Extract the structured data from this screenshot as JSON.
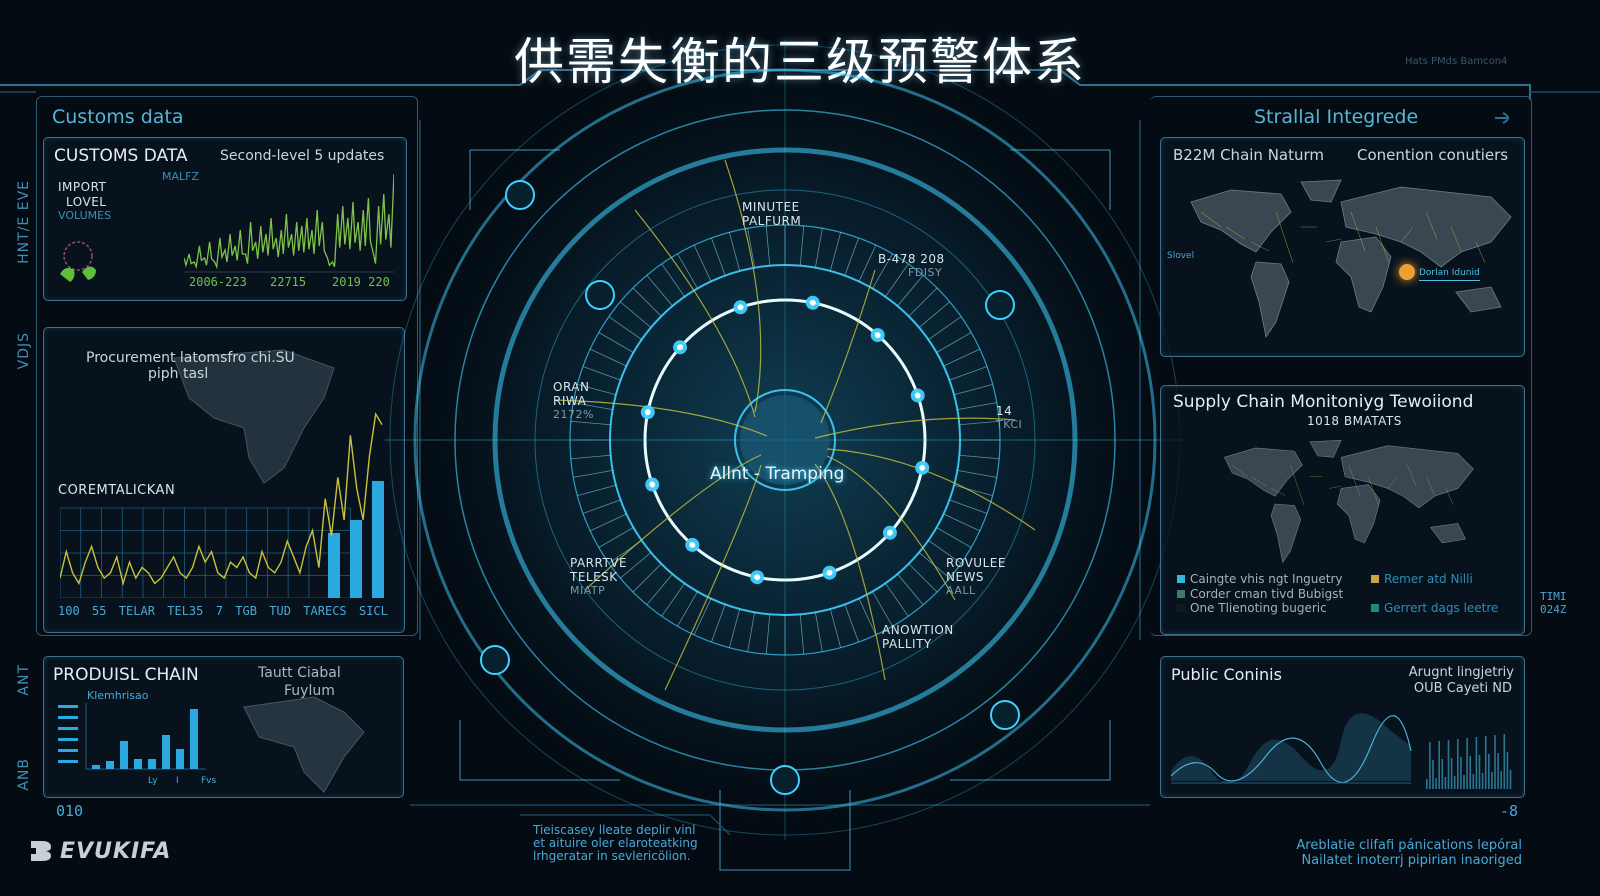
{
  "title": "供需失衡的三级预警体系",
  "left": {
    "section_title": "Customs data",
    "side_labels": [
      "HNT/E EVE",
      "VDJS",
      "ANT",
      "ANB"
    ],
    "customs_card": {
      "title": "CUSTOMS DATA",
      "subtitle": "Second-level 5 updates",
      "metric_label_1": "IMPORT",
      "metric_label_2": "LOVEL",
      "metric_label_3": "VOLUMES",
      "badge": "MALFZ",
      "x_ticks": [
        "2006-223",
        "22715",
        "2019 220"
      ],
      "line_color": "#7fc24a",
      "series": [
        3,
        4,
        2,
        6,
        3,
        7,
        2,
        8,
        5,
        9,
        6,
        10,
        4,
        12,
        7,
        11,
        9,
        13,
        8,
        10,
        14,
        9,
        12,
        11,
        13,
        10,
        15,
        12,
        3,
        2,
        14,
        16,
        13,
        17,
        12,
        15,
        18,
        4,
        16,
        19,
        14,
        24
      ]
    },
    "procurement_card": {
      "title_line1": "Procurement  latomsfro chi.SU",
      "title_line2": "piph tasl",
      "chart_label": "COREMTALICKAN",
      "x_ticks": [
        "100",
        "55",
        "TELAR",
        "TEL35",
        "7",
        "TGB",
        "TUD",
        "TARECS",
        "SICL"
      ],
      "line_color": "#c9c23a",
      "bar_color": "#2aa9e0",
      "line_series": [
        3,
        8,
        4,
        2,
        6,
        9,
        5,
        3,
        4,
        7,
        2,
        6,
        3,
        5,
        4,
        2,
        3,
        5,
        7,
        4,
        3,
        5,
        9,
        6,
        8,
        4,
        3,
        6,
        5,
        7,
        4,
        3,
        8,
        5,
        4,
        6,
        10,
        7,
        4,
        9,
        12,
        5,
        18,
        11,
        22,
        14,
        30,
        20,
        14,
        26,
        34,
        32
      ],
      "bar_series": [
        0,
        0,
        0,
        0,
        0,
        0,
        0,
        0,
        0,
        0,
        0,
        0,
        15,
        18,
        27
      ]
    },
    "product_card": {
      "title": "PRODUISL CHAIN",
      "chart_label": "Klemhrisao",
      "map_label_1": "Tautt Ciabal",
      "map_label_2": "Fuylum",
      "x_ticks": [
        "Ly",
        "I",
        "Fvs"
      ],
      "bar_series": [
        2,
        4,
        14,
        5,
        5,
        17,
        10,
        30
      ]
    },
    "footer_number": "010"
  },
  "logo": "EVUKIFA",
  "center": {
    "alert_label": "Allnt - Tramping",
    "nodes": [
      {
        "line1": "MINUTEE",
        "line2": "PALFURM"
      },
      {
        "line1": "B-478 208",
        "line2": "FDISY"
      },
      {
        "line1": "ORAN",
        "line2": "RIWA",
        "line3": "2172%"
      },
      {
        "line1": "14",
        "line2": "TKCI"
      },
      {
        "line1": "PARRTVE",
        "line2": "TELESK",
        "line3": "MIATP"
      },
      {
        "line1": "ROVULEE",
        "line2": "NEWS",
        "line3": "AALL"
      },
      {
        "line1": "ANOWTION",
        "line2": "PALLITY"
      }
    ],
    "accent": "#3fd0ff",
    "link_color": "#c9c23a",
    "footer_text": [
      "Tieiscasey lleate deplir vinl",
      "et aituire oler elaroteatking",
      "lrhgeratar in sevlericölion."
    ]
  },
  "right": {
    "section_title": "Strallal Integrede",
    "top_faint": "Hats PMds Bamcon4",
    "map_card": {
      "title_left": "B22M Chain Naturm",
      "title_right": "Conention conutiers",
      "map_tag": "Slovel",
      "hotspot_label": "Dorlan Idunid",
      "hotspot_color": "#f0a030"
    },
    "supply_card": {
      "title": "Supply Chain Monitoniyg Tewoiiond",
      "subtitle": "1018 BMATATS",
      "legend": [
        {
          "label": "Caingte vhis ngt Inguetry",
          "color": "#35b8d8"
        },
        {
          "label": "Remer atd Nilli",
          "color": "#c9a640"
        },
        {
          "label": "Corder cman tivd Bubigst",
          "color": "#3c7a66"
        },
        {
          "label": "Gerrert dags leetre",
          "color": "#1c8a8a"
        },
        {
          "label": "One Tlienoting bugeric",
          "color": "#0f1a22"
        }
      ]
    },
    "public_card": {
      "title": "Public Coninis",
      "right_line1": "Arugnt lingjetriy",
      "right_line2": "OUB Cayeti ND"
    },
    "footer_number": "-8",
    "edge_label": "TIMI 024Z",
    "footer_text": [
      "Areblatie clifafi pánications lepóral",
      "Nailatet inoterrj pipirian inaoriged"
    ]
  }
}
